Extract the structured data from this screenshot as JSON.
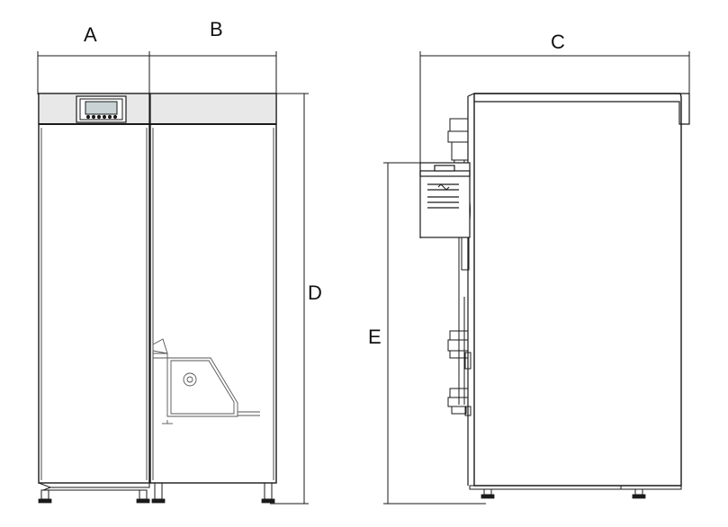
{
  "dimension_labels": {
    "a": "A",
    "b": "B",
    "c": "C",
    "d": "D",
    "e": "E"
  },
  "colors": {
    "line": "#1a1a1a",
    "panel_band": "#e8e8e8",
    "screen": "#c9d3d6"
  }
}
